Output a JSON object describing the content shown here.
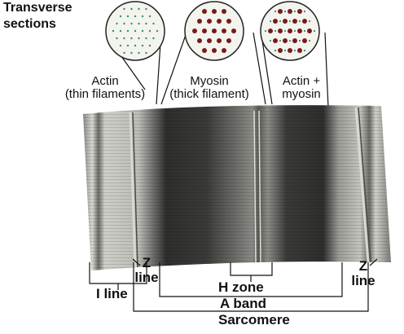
{
  "title": {
    "line1": "Transverse",
    "line2": "sections"
  },
  "filaments": {
    "actin": {
      "line1": "Actin",
      "line2": "(thin filaments)"
    },
    "myosin": {
      "line1": "Myosin",
      "line2": "(thick filament)"
    },
    "actin_myosin": {
      "line1": "Actin +",
      "line2": "myosin"
    }
  },
  "bands": {
    "z_left": {
      "line1": "Z",
      "line2": "line"
    },
    "z_right": {
      "line1": "Z",
      "line2": "line"
    },
    "i_line": "I line",
    "h_zone": "H zone",
    "a_band": "A band",
    "sarcomere": "Sarcomere"
  },
  "colors": {
    "actin_dot": "#3a8a7a",
    "myosin_dot": "#7a1a1a",
    "circle_fill": "#f4f4ee",
    "micrograph_dark": "#2a2a2a",
    "micrograph_light": "#d8d8d2"
  }
}
